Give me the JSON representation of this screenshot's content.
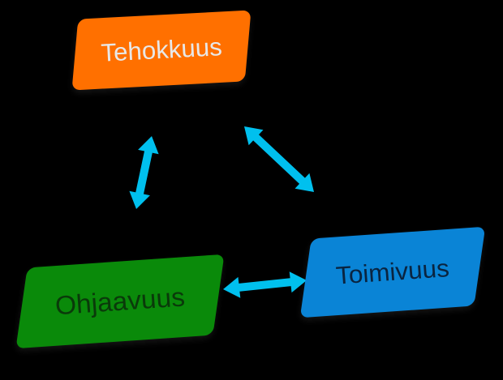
{
  "diagram": {
    "nodes": {
      "top": {
        "label": "Tehokkuus",
        "color": "#ff7000"
      },
      "left": {
        "label": "Ohjaavuus",
        "color": "#0a8a0a"
      },
      "right": {
        "label": "Toimivuus",
        "color": "#0a84d6"
      }
    },
    "connections": [
      {
        "from": "top",
        "to": "left",
        "type": "bidirectional"
      },
      {
        "from": "top",
        "to": "right",
        "type": "bidirectional"
      },
      {
        "from": "left",
        "to": "right",
        "type": "bidirectional"
      }
    ],
    "arrow_color": "#00c0ee",
    "background": "#000000"
  }
}
